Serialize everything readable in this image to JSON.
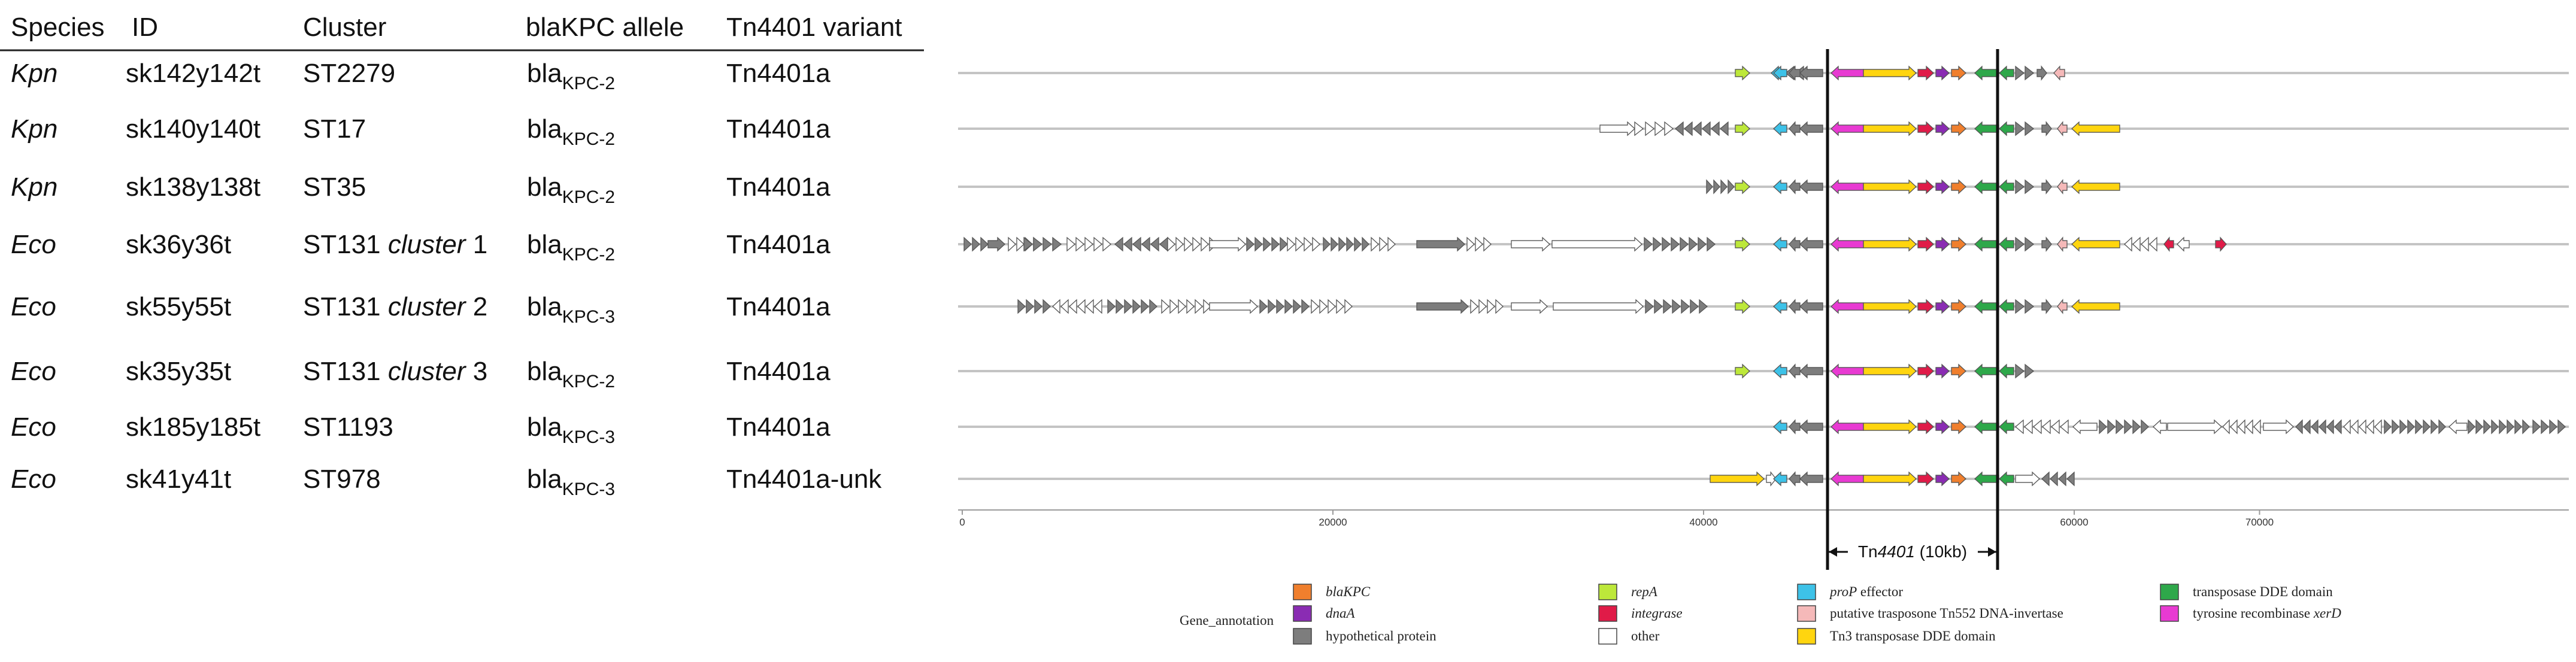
{
  "table": {
    "headers": [
      "Species",
      "ID",
      "Cluster",
      "blaKPC allele",
      "Tn4401 variant"
    ],
    "rows": [
      {
        "species": "Kpn",
        "id": "sk142y142t",
        "cluster_main": "ST2279",
        "cluster_suffix": "",
        "cluster_num": "",
        "allele_base": "bla",
        "allele_sub": "KPC-2",
        "variant": "Tn4401a"
      },
      {
        "species": "Kpn",
        "id": "sk140y140t",
        "cluster_main": "ST17",
        "cluster_suffix": "",
        "cluster_num": "",
        "allele_base": "bla",
        "allele_sub": "KPC-2",
        "variant": "Tn4401a"
      },
      {
        "species": "Kpn",
        "id": "sk138y138t",
        "cluster_main": "ST35",
        "cluster_suffix": "",
        "cluster_num": "",
        "allele_base": "bla",
        "allele_sub": "KPC-2",
        "variant": "Tn4401a"
      },
      {
        "species": "Eco",
        "id": "sk36y36t",
        "cluster_main": "ST131",
        "cluster_suffix": "cluster",
        "cluster_num": "1",
        "allele_base": "bla",
        "allele_sub": "KPC-2",
        "variant": "Tn4401a"
      },
      {
        "species": "Eco",
        "id": "sk55y55t",
        "cluster_main": "ST131",
        "cluster_suffix": "cluster",
        "cluster_num": "2",
        "allele_base": "bla",
        "allele_sub": "KPC-3",
        "variant": "Tn4401a"
      },
      {
        "species": "Eco",
        "id": "sk35y35t",
        "cluster_main": "ST131",
        "cluster_suffix": "cluster",
        "cluster_num": "3",
        "allele_base": "bla",
        "allele_sub": "KPC-2",
        "variant": "Tn4401a"
      },
      {
        "species": "Eco",
        "id": "sk185y185t",
        "cluster_main": "ST1193",
        "cluster_suffix": "",
        "cluster_num": "",
        "allele_base": "bla",
        "allele_sub": "KPC-3",
        "variant": "Tn4401a"
      },
      {
        "species": "Eco",
        "id": "sk41y41t",
        "cluster_main": "ST978",
        "cluster_suffix": "",
        "cluster_num": "",
        "allele_base": "bla",
        "allele_sub": "KPC-3",
        "variant": "Tn4401a-unk"
      }
    ]
  },
  "axis": {
    "ticks": [
      {
        "value": 0,
        "label": "0"
      },
      {
        "value": 20000,
        "label": "20000"
      },
      {
        "value": 40000,
        "label": "40000"
      },
      {
        "value": 60000,
        "label": "60000"
      },
      {
        "value": 70000,
        "label": "70000"
      }
    ],
    "bracket_label_prefix": "Tn",
    "bracket_label_italic": "4401",
    "bracket_label_suffix": " (10kb)"
  },
  "legend": {
    "title": "Gene_annotation",
    "items": [
      {
        "key": "blaKPC",
        "label": "blaKPC",
        "italic": true,
        "color": "#f07f2d"
      },
      {
        "key": "dnaA",
        "label": "dnaA",
        "italic": true,
        "color": "#8a2cb3"
      },
      {
        "key": "hypothetical",
        "label": "hypothetical protein",
        "italic": false,
        "color": "#7d7d7d"
      },
      {
        "key": "repA",
        "label": "repA",
        "italic": true,
        "color": "#bde83a"
      },
      {
        "key": "integrase",
        "label": "integrase",
        "italic": true,
        "color": "#e01b48"
      },
      {
        "key": "other",
        "label": "other",
        "italic": false,
        "color": "#ffffff"
      },
      {
        "key": "proP",
        "label": "proP",
        "label_suffix": " effector",
        "italic": true,
        "color": "#3dc2e8"
      },
      {
        "key": "tn552",
        "label": "putative trasposone Tn552 DNA-invertase",
        "italic": false,
        "color": "#f5b9b9"
      },
      {
        "key": "tn3",
        "label": "Tn3 transposase DDE domain",
        "italic": false,
        "color": "#ffd50f"
      },
      {
        "key": "transposase",
        "label": "transposase DDE domain",
        "italic": false,
        "color": "#2ea84a"
      },
      {
        "key": "xerD",
        "label": "tyrosine recombinase ",
        "label_suffix": "xerD",
        "italic": false,
        "color": "#e83ad2"
      }
    ]
  }
}
